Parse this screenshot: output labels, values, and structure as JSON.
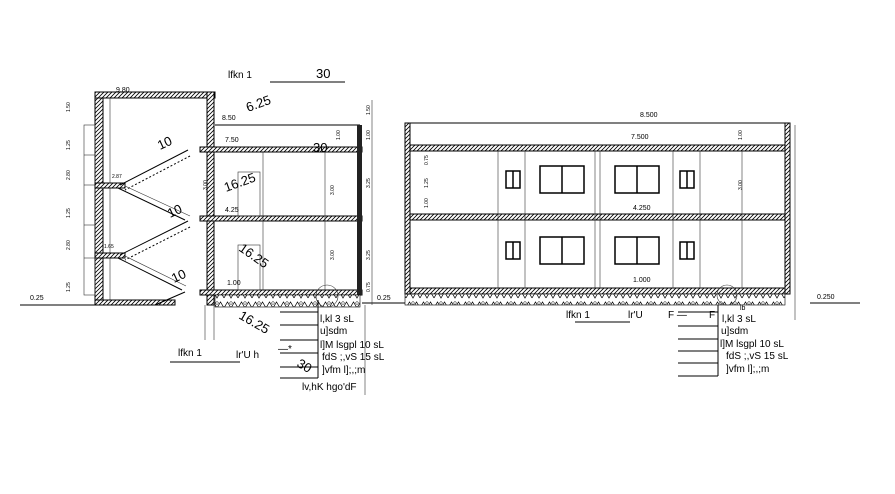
{
  "section": {
    "title": "lfkn 1",
    "title_scale": "30",
    "levels": [
      "9.80",
      "8.50",
      "7.50",
      "4.25",
      "1.00",
      "0.25",
      "0.25"
    ],
    "stair_marks": [
      "10",
      "10",
      "10",
      "16.25",
      "16.25",
      "16.25",
      "6.25",
      "30",
      "30",
      "2.87",
      "1.65"
    ],
    "dims_left": [
      "1.50",
      "1.25",
      "2.80",
      "1.25",
      "2.80",
      "1.25"
    ],
    "dims_mid": [
      "3.00",
      "3.00",
      "3.00",
      "1.00"
    ],
    "dims_right": [
      "1.50",
      "1.00",
      "3.25",
      "3.25",
      "0.75"
    ],
    "caption": [
      "lfkn 1",
      "lr'U h",
      "—*"
    ],
    "notes": [
      "l,kl 3 sL",
      "u]sdm",
      "l]M lsgpl 10 sL",
      "fdS ;,vS 15 sL",
      "]vfm l];,;m",
      "lv,hK hgo'dF"
    ]
  },
  "elevation": {
    "levels": [
      "8.500",
      "7.500",
      "4.250",
      "1.000",
      "0.250"
    ],
    "dims": [
      "0.75",
      "1.25",
      "1.00",
      "3.00",
      "1.00"
    ],
    "caption": [
      "lfkn 1",
      "lr'U",
      "F —",
      "F"
    ],
    "notes": [
      "l,kl 3 sL",
      "u]sdm",
      "l]M lsgpl 10 sL",
      "fdS ;,vS 15 sL",
      "]vfm l];,;m"
    ],
    "tag": "lb"
  }
}
